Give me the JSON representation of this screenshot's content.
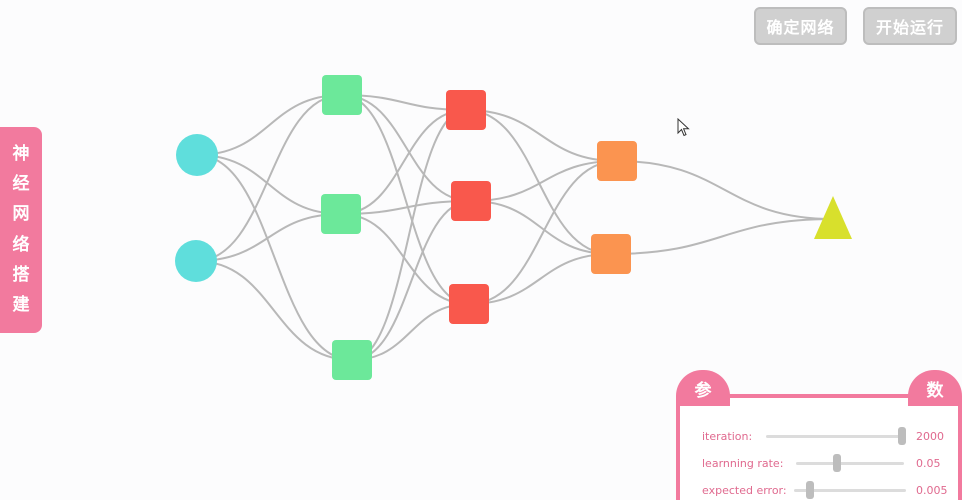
{
  "toolbar": {
    "confirm_label": "确定网络",
    "run_label": "开始运行"
  },
  "side_tab": {
    "chars": [
      "神",
      "经",
      "网",
      "络",
      "搭",
      "建"
    ]
  },
  "network": {
    "layers": [
      {
        "kind": "input",
        "color": "#5fdedc",
        "nodes": 2
      },
      {
        "kind": "hidden",
        "color": "#6ce89a",
        "nodes": 3
      },
      {
        "kind": "hidden",
        "color": "#f9584c",
        "nodes": 3
      },
      {
        "kind": "hidden",
        "color": "#fb9450",
        "nodes": 2
      },
      {
        "kind": "output",
        "color": "#d8e02c",
        "nodes": 1
      }
    ],
    "edge_color": "#b8b8b8"
  },
  "params": {
    "head_left": "参",
    "head_right": "数",
    "iteration": {
      "label": "iteration:",
      "value": "2000",
      "fraction": 1.0
    },
    "learning_rate": {
      "label": "learnning rate:",
      "value": "0.05",
      "fraction": 0.5
    },
    "expected_error": {
      "label": "expected error:",
      "value": "0.005",
      "fraction": 0.1
    }
  },
  "colors": {
    "accent": "#f27a9e",
    "button_bg": "#d0d0d0"
  }
}
